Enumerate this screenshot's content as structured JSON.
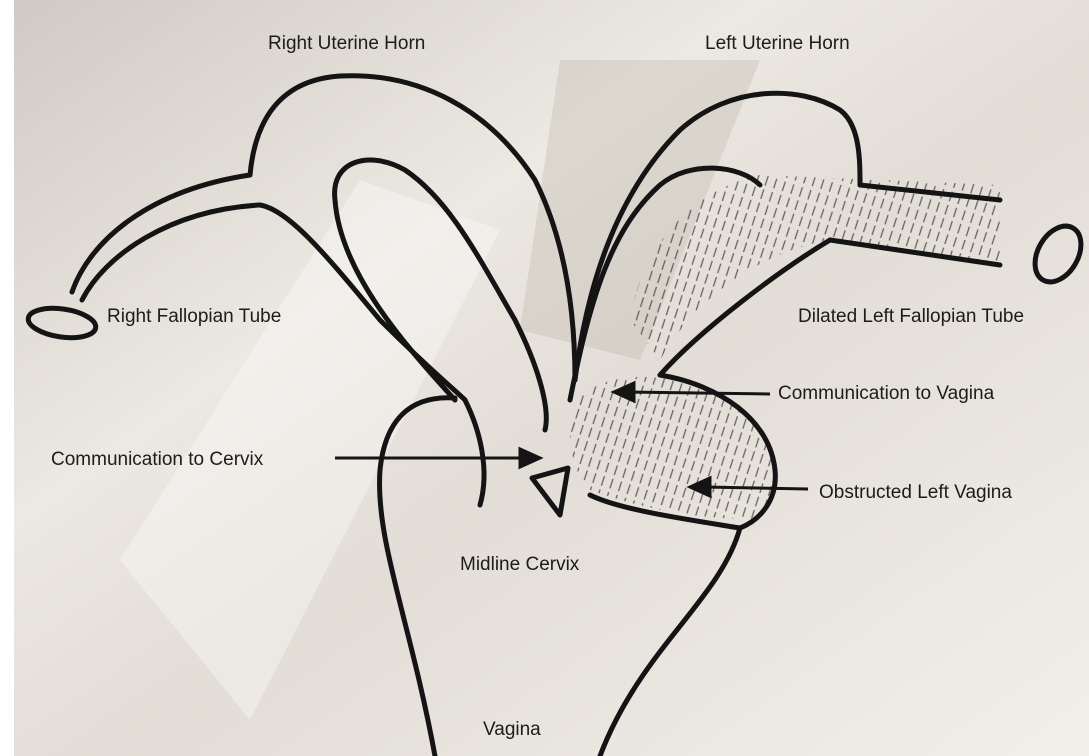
{
  "labels": {
    "right_uterine_horn": "Right Uterine Horn",
    "left_uterine_horn": "Left Uterine Horn",
    "right_fallopian_tube": "Right Fallopian Tube",
    "dilated_left_fallopian_tube": "Dilated Left Fallopian Tube",
    "communication_to_vagina": "Communication to Vagina",
    "communication_to_cervix": "Communication to Cervix",
    "obstructed_left_vagina": "Obstructed Left Vagina",
    "midline_cervix": "Midline Cervix",
    "vagina": "Vagina"
  },
  "colors": {
    "ink": "#141414",
    "paper": "#ece7df",
    "shadow": "#bdb7ad"
  }
}
